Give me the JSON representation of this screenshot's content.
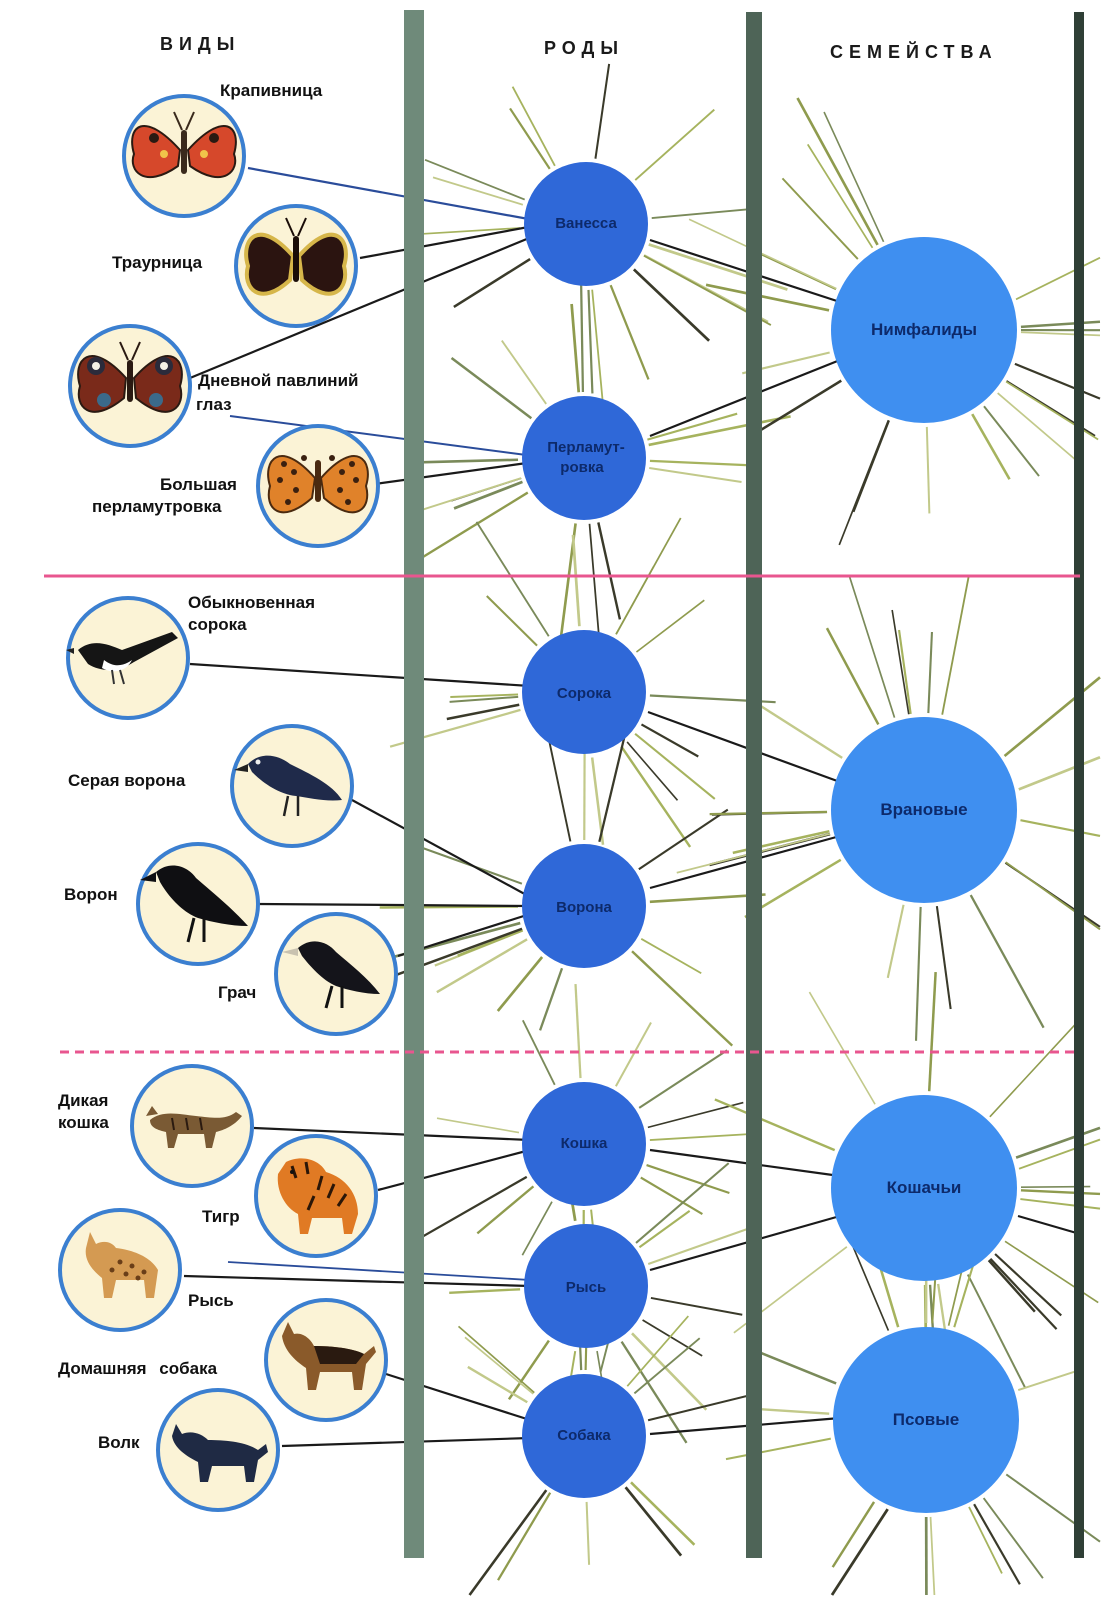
{
  "headers": {
    "species": "ВИДЫ",
    "genera": "РОДЫ",
    "families": "СЕМЕЙСТВА"
  },
  "species": {
    "krapivnitsa": "Крапивница",
    "traurnitsa": "Траурница",
    "pavlinij_1": "Дневной павлиний",
    "pavlinij_2": "глаз",
    "perlam_1": "Большая",
    "perlam_2": "перламутровка",
    "soroka_1": "Обыкновенная",
    "soroka_2": "сорока",
    "seraya_vorona": "Серая ворона",
    "voron": "Ворон",
    "grach": "Грач",
    "dikaya_1": "Дикая",
    "dikaya_2": "кошка",
    "tigr": "Тигр",
    "rys_sp": "Рысь",
    "dom_sobaka": "Домашняя собака",
    "volk": "Волк"
  },
  "genera": {
    "vanessa": "Ванесса",
    "perlam_1": "Перламут-",
    "perlam_2": "ровка",
    "soroka": "Сорока",
    "vorona": "Ворона",
    "koshka": "Кошка",
    "rys": "Рысь",
    "sobaka": "Собака"
  },
  "families": {
    "nimfalidy": "Нимфалиды",
    "vranovye": "Врановые",
    "koshachi": "Кошачьи",
    "psovye": "Псовые"
  },
  "colors": {
    "genus_node": "#2f68d8",
    "family_node": "#3f8ff0",
    "divider": "#e8568f",
    "vertical_bar": "#6f8a7a",
    "ring": "#3b7fd0",
    "picture_bg": "#fbf3d6"
  }
}
